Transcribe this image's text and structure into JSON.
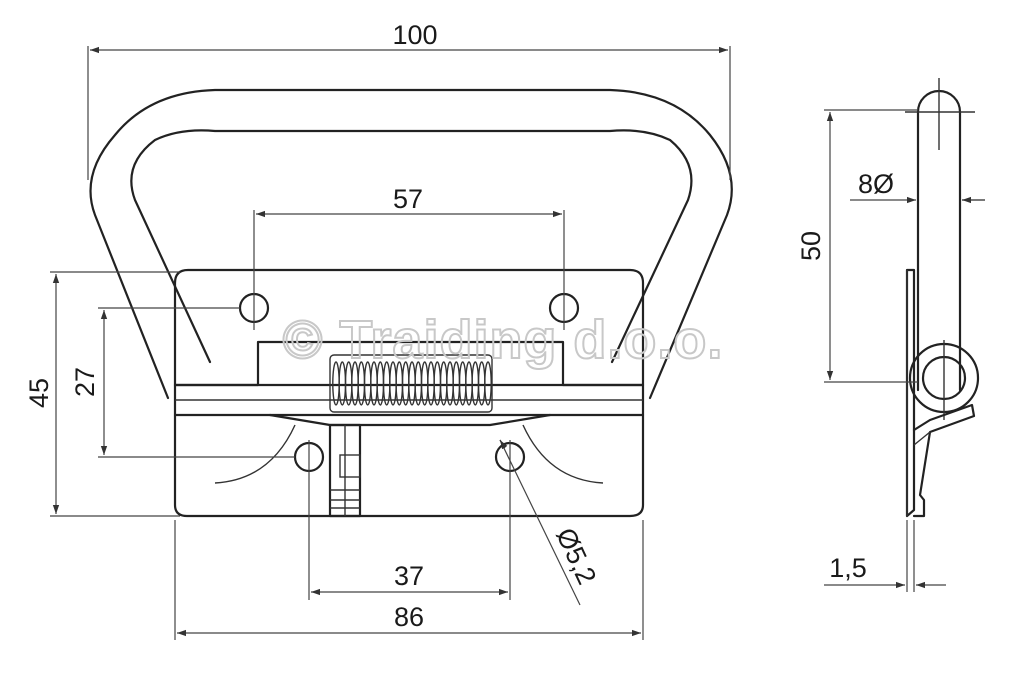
{
  "dimensions": {
    "overall_width": "100",
    "hole_spacing_top": "57",
    "plate_height": "45",
    "hole_height": "27",
    "hole_spacing_bottom": "37",
    "plate_width": "86",
    "hole_diameter": "Ø5,2",
    "side_height": "50",
    "wire_diameter": "8Ø",
    "plate_thickness": "1,5"
  },
  "watermark": "© Traiding d.o.o."
}
